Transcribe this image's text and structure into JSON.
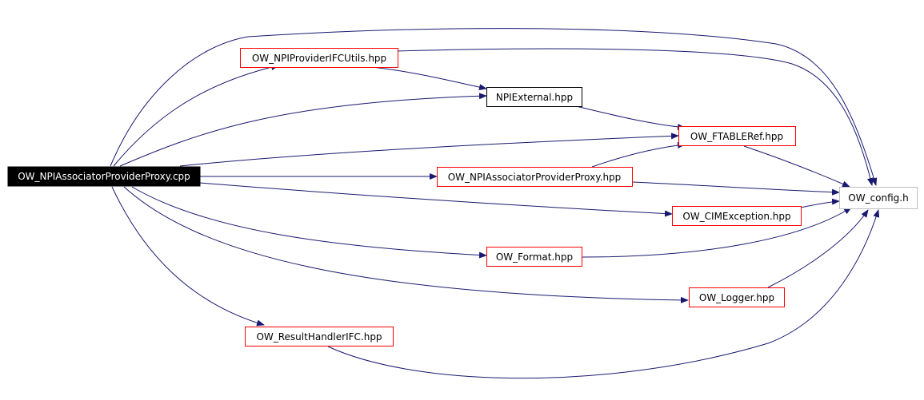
{
  "colors": {
    "edge": "#191970",
    "node_border_red": "#ff0000",
    "node_border_black": "#000000",
    "node_border_gray": "#bfbfbf",
    "root_fill": "#000000",
    "root_text": "#ffffff",
    "node_text": "#000000"
  },
  "nodes": {
    "root": "OW_NPIAssociatorProviderProxy.cpp",
    "utils": "OW_NPIProviderIFCUtils.hpp",
    "external": "NPIExternal.hpp",
    "ftable": "OW_FTABLERef.hpp",
    "proxy_hpp": "OW_NPIAssociatorProviderProxy.hpp",
    "config": "OW_config.h",
    "cimexc": "OW_CIMException.hpp",
    "format": "OW_Format.hpp",
    "logger": "OW_Logger.hpp",
    "result": "OW_ResultHandlerIFC.hpp"
  }
}
